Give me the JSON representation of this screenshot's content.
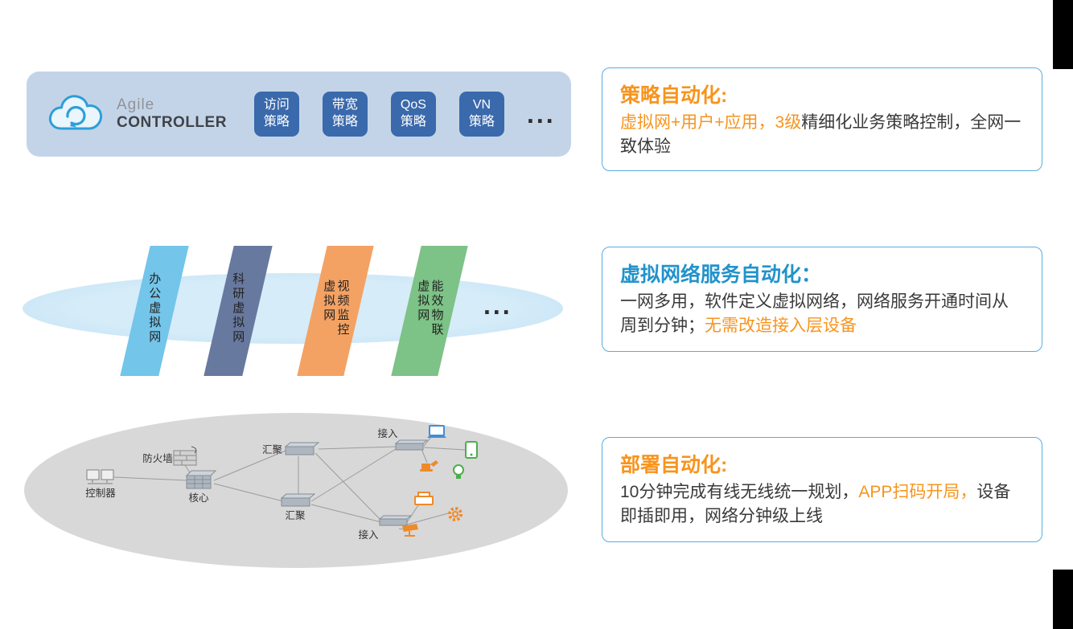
{
  "colors": {
    "orange_accent": "#f7941d",
    "blue_title": "#2193cb",
    "box_border": "#58ade0",
    "banner_bg": "#c4d4e8",
    "policy_tile_bg": "#3a69ac",
    "vn_panel_colors": [
      "#73c5ea",
      "#68799f",
      "#f4a263",
      "#7dc287"
    ],
    "mid_ellipse_bg": "#d6ecf9",
    "bottom_ellipse_bg": "#d8d8d8"
  },
  "banner": {
    "brand_icon": "cloud-swirl-icon",
    "brand_top": "Agile",
    "brand_bottom": "CONTROLLER",
    "policies": [
      {
        "line1": "访问",
        "line2": "策略"
      },
      {
        "line1": "带宽",
        "line2": "策略"
      },
      {
        "line1": "QoS",
        "line2": "策略"
      },
      {
        "line1": "VN",
        "line2": "策略"
      }
    ],
    "ellipsis": "..."
  },
  "vn_layer": {
    "panels": [
      {
        "label": "办公虚拟网"
      },
      {
        "label": "科研虚拟网"
      },
      {
        "label": "视频监控虚拟网"
      },
      {
        "label": "能效物联虚拟网"
      }
    ],
    "ellipsis": "..."
  },
  "topology": {
    "labels": {
      "controller": "控制器",
      "firewall": "防火墙",
      "core": "核心",
      "agg_top": "汇聚",
      "agg_bottom": "汇聚",
      "access_top": "接入",
      "access_bottom": "接入"
    },
    "device_icons": [
      "laptop-icon",
      "tablet-icon",
      "excavator-icon",
      "bulb-icon",
      "printer-icon",
      "gear-icon",
      "camera-icon"
    ]
  },
  "info_boxes": {
    "policy": {
      "title": "策略自动化:",
      "body_orange": "虚拟网+用户+应用，3级",
      "body_rest": "精细化业务策略控制，全网一致体验"
    },
    "vn_service": {
      "title": "虚拟网络服务自动化：",
      "body_dark": "一网多用，软件定义虚拟网络，网络服务开通时间从周到分钟；",
      "body_orange": "无需改造接入层设备"
    },
    "deploy": {
      "title": "部署自动化:",
      "body_dark1": "10分钟完成有线无线统一规划，",
      "body_orange": "APP扫码开局，",
      "body_dark2": "设备即插即用，网络分钟级上线"
    }
  }
}
